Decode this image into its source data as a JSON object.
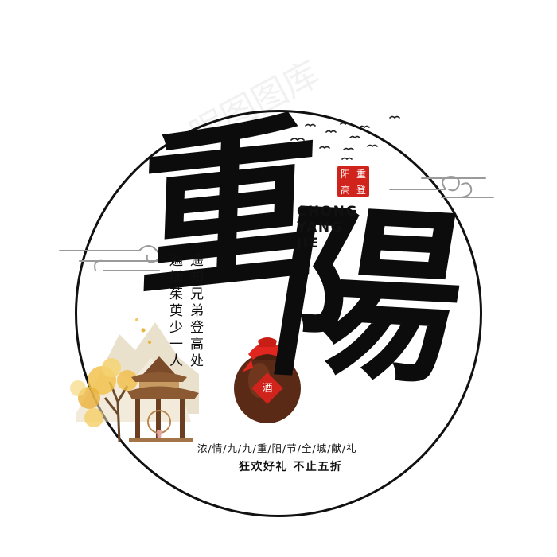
{
  "title": {
    "char_1": "重",
    "char_2": "陽"
  },
  "seal": {
    "chars": [
      "重",
      "阳",
      "登",
      "高"
    ]
  },
  "pinyin": [
    "CHONG",
    "YANG",
    "JIE"
  ],
  "poem": {
    "line_1": "遥知兄弟登高处",
    "line_2": "遍插茱萸少一人"
  },
  "jar_label": "酒",
  "slogan": "浓/情/九/九/重/阳/节/全/城/献/礼",
  "sub_slogan": "狂欢好礼  不止五折",
  "watermark": "昵图图库",
  "colors": {
    "ink": "#111111",
    "seal_red": "#d0231c",
    "jar_brown": "#5a2a16",
    "autumn_gold": "#e9b23a"
  }
}
